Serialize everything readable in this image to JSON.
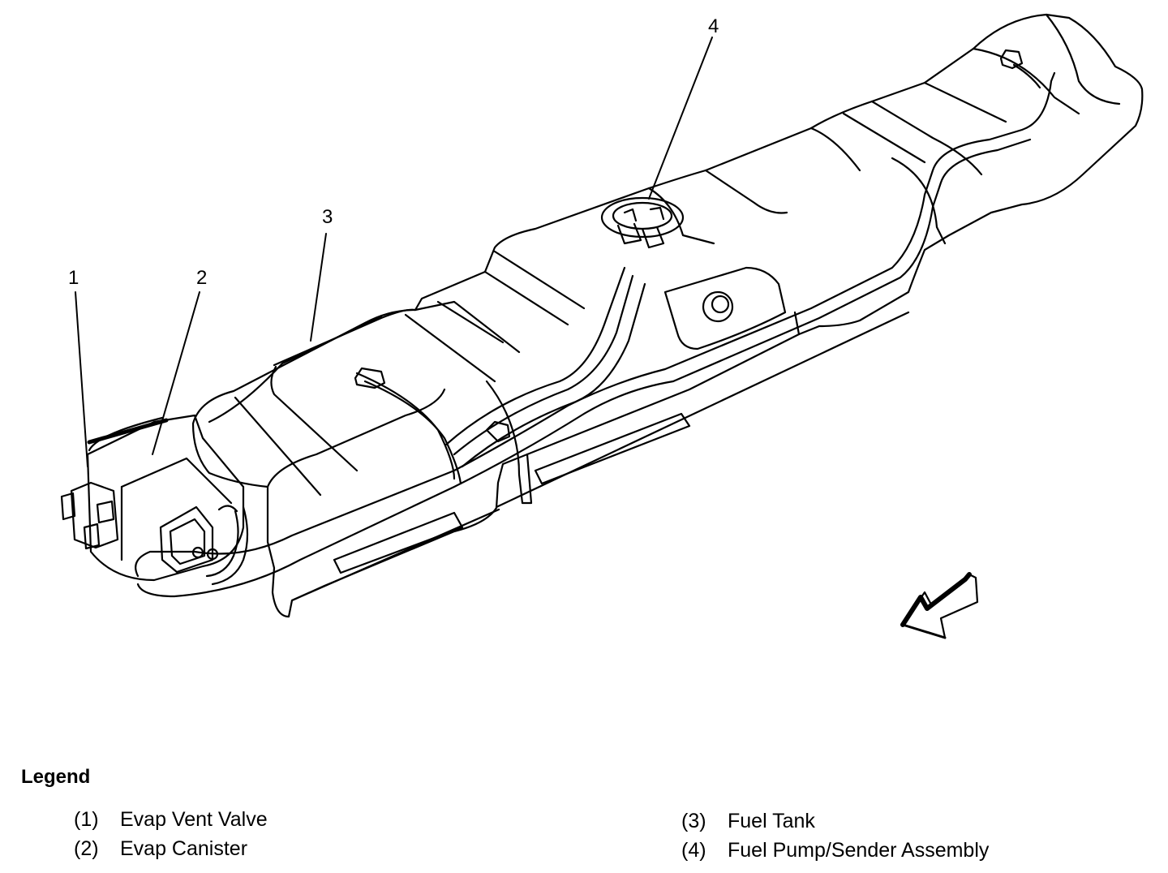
{
  "callouts": [
    "1",
    "2",
    "3",
    "4"
  ],
  "legend": {
    "title": "Legend",
    "items": [
      {
        "num": "(1)",
        "label": "Evap Vent Valve"
      },
      {
        "num": "(2)",
        "label": "Evap Canister"
      },
      {
        "num": "(3)",
        "label": "Fuel Tank"
      },
      {
        "num": "(4)",
        "label": "Fuel Pump/Sender Assembly"
      }
    ]
  },
  "colors": {
    "line": "#000000",
    "background": "#ffffff"
  }
}
